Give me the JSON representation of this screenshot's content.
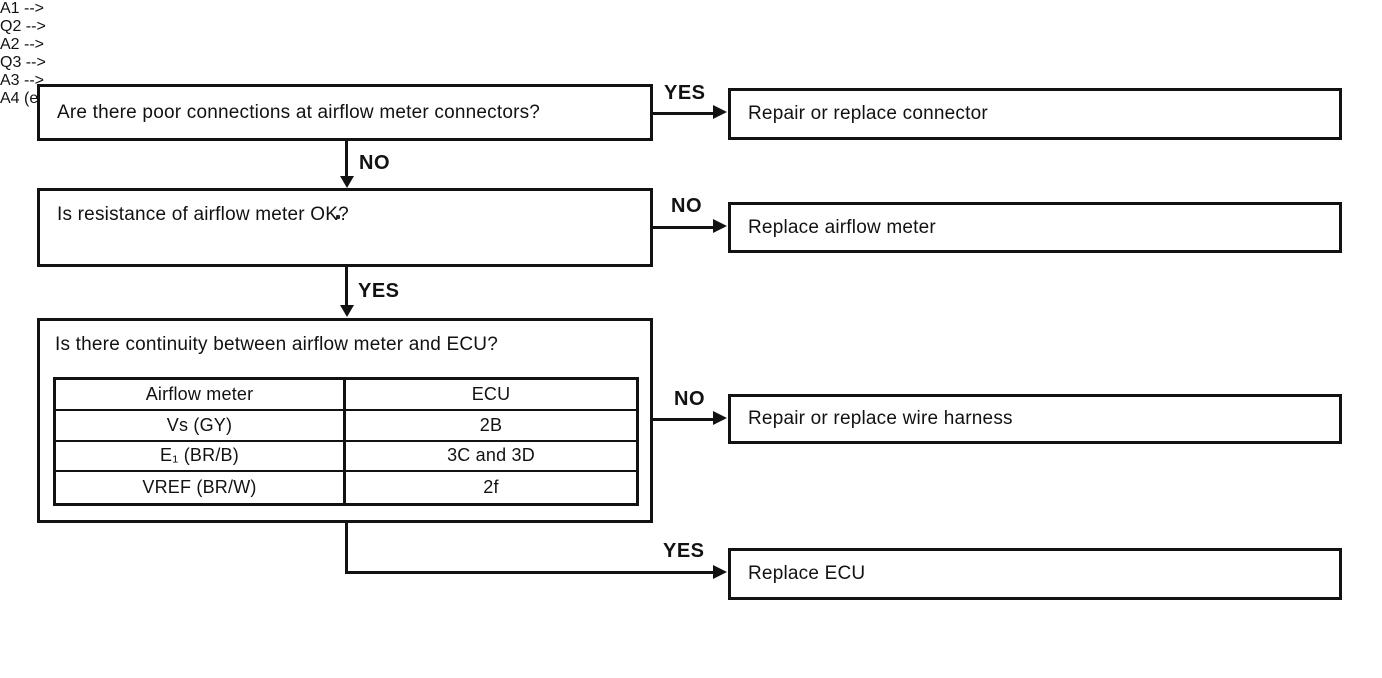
{
  "colors": {
    "ink": "#121212",
    "paper": "#ffffff"
  },
  "nodes": {
    "q1": "Are there poor connections at airflow meter connectors?",
    "q2": "Is resistance of airflow meter OK?",
    "q3": "Is there continuity between airflow meter and ECU?",
    "a1": "Repair or replace connector",
    "a2": "Replace airflow meter",
    "a3": "Repair or replace wire harness",
    "a4": "Replace ECU"
  },
  "branch_labels": {
    "q1_yes": "YES",
    "q1_no": "NO",
    "q2_no": "NO",
    "q2_yes": "YES",
    "q3_no": "NO",
    "q3_yes": "YES"
  },
  "table": {
    "headers": [
      "Airflow meter",
      "ECU"
    ],
    "rows": [
      [
        "Vs (GY)",
        "2B"
      ],
      [
        "E₁ (BR/B)",
        "3C and 3D"
      ],
      [
        "VREF (BR/W)",
        "2f"
      ]
    ]
  }
}
